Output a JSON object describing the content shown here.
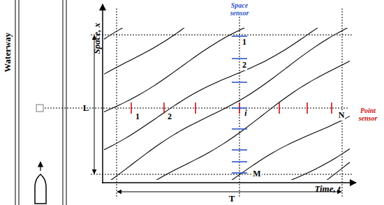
{
  "diagram": {
    "labels": [
      "Waterway",
      "Space, x",
      "Time, t",
      "Space sensor",
      "Point sensor",
      "L",
      "T",
      "1",
      "2",
      "i",
      "N",
      "1",
      "2",
      "M"
    ]
  }
}
